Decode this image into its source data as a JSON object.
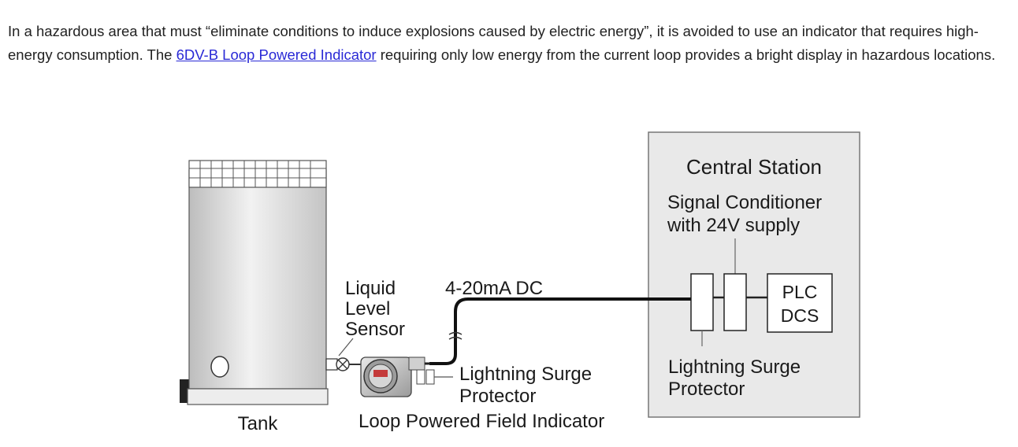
{
  "intro": {
    "text_before": "In a hazardous area that must “eliminate conditions to induce explosions caused by electric energy”, it is avoided to use an indicator that requires high-energy consumption. The ",
    "link_text": "6DV-B Loop Powered Indicator",
    "text_after": " requiring only low energy from the current loop provides a bright display in hazardous locations."
  },
  "diagram": {
    "central_station": "Central Station",
    "signal_conditioner_line1": "Signal Conditioner",
    "signal_conditioner_line2": "with 24V supply",
    "plc": "PLC",
    "dcs": "DCS",
    "signal": "4-20mA DC",
    "sensor_line1": "Liquid",
    "sensor_line2": "Level",
    "sensor_line3": "Sensor",
    "surge_field_line1": "Lightning Surge",
    "surge_field_line2": "Protector",
    "surge_station_line1": "Lightning Surge",
    "surge_station_line2": "Protector",
    "indicator": "Loop Powered Field Indicator",
    "tank": "Tank"
  },
  "colors": {
    "link": "#2a2ad6",
    "station_fill": "#e9e9e9",
    "tank_body": "#dcdcdc"
  }
}
